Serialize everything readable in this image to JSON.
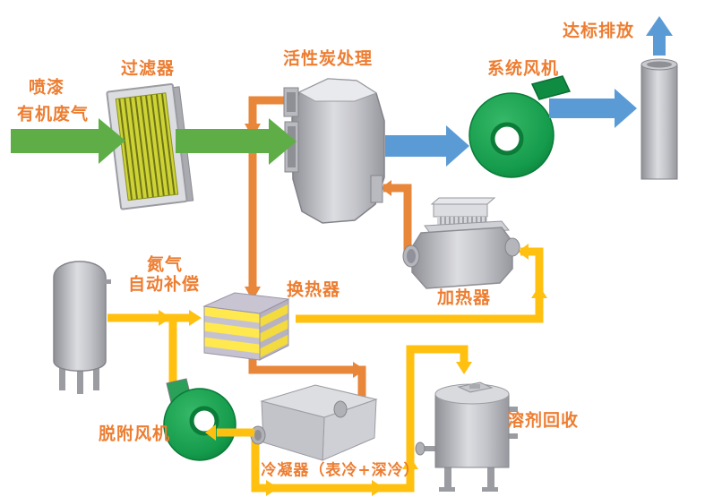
{
  "labels": {
    "inlet_line1": "喷漆",
    "inlet_line2": "有机废气",
    "filter": "过滤器",
    "activated_carbon": "活性炭处理",
    "system_fan": "系统风机",
    "emission": "达标排放",
    "nitrogen_line1": "氮气",
    "nitrogen_line2": "自动补偿",
    "heat_exchanger": "换热器",
    "heater": "加热器",
    "desorption_fan": "脱附风机",
    "condenser": "冷凝器（表冷+深冷）",
    "solvent_recovery": "溶剂回收"
  },
  "colors": {
    "label_orange": "#ED7D31",
    "pipe_orange": "#E8863A",
    "pipe_yellow": "#FFC010",
    "arrow_green": "#5FAD46",
    "arrow_blue": "#5B9BD5",
    "fan_green": "#129C4C",
    "equipment_gray": "#C9CACE",
    "filter_media": "#CDD335",
    "layer_yellow": "#FFE94E",
    "layer_gray": "#C6C1D0"
  }
}
